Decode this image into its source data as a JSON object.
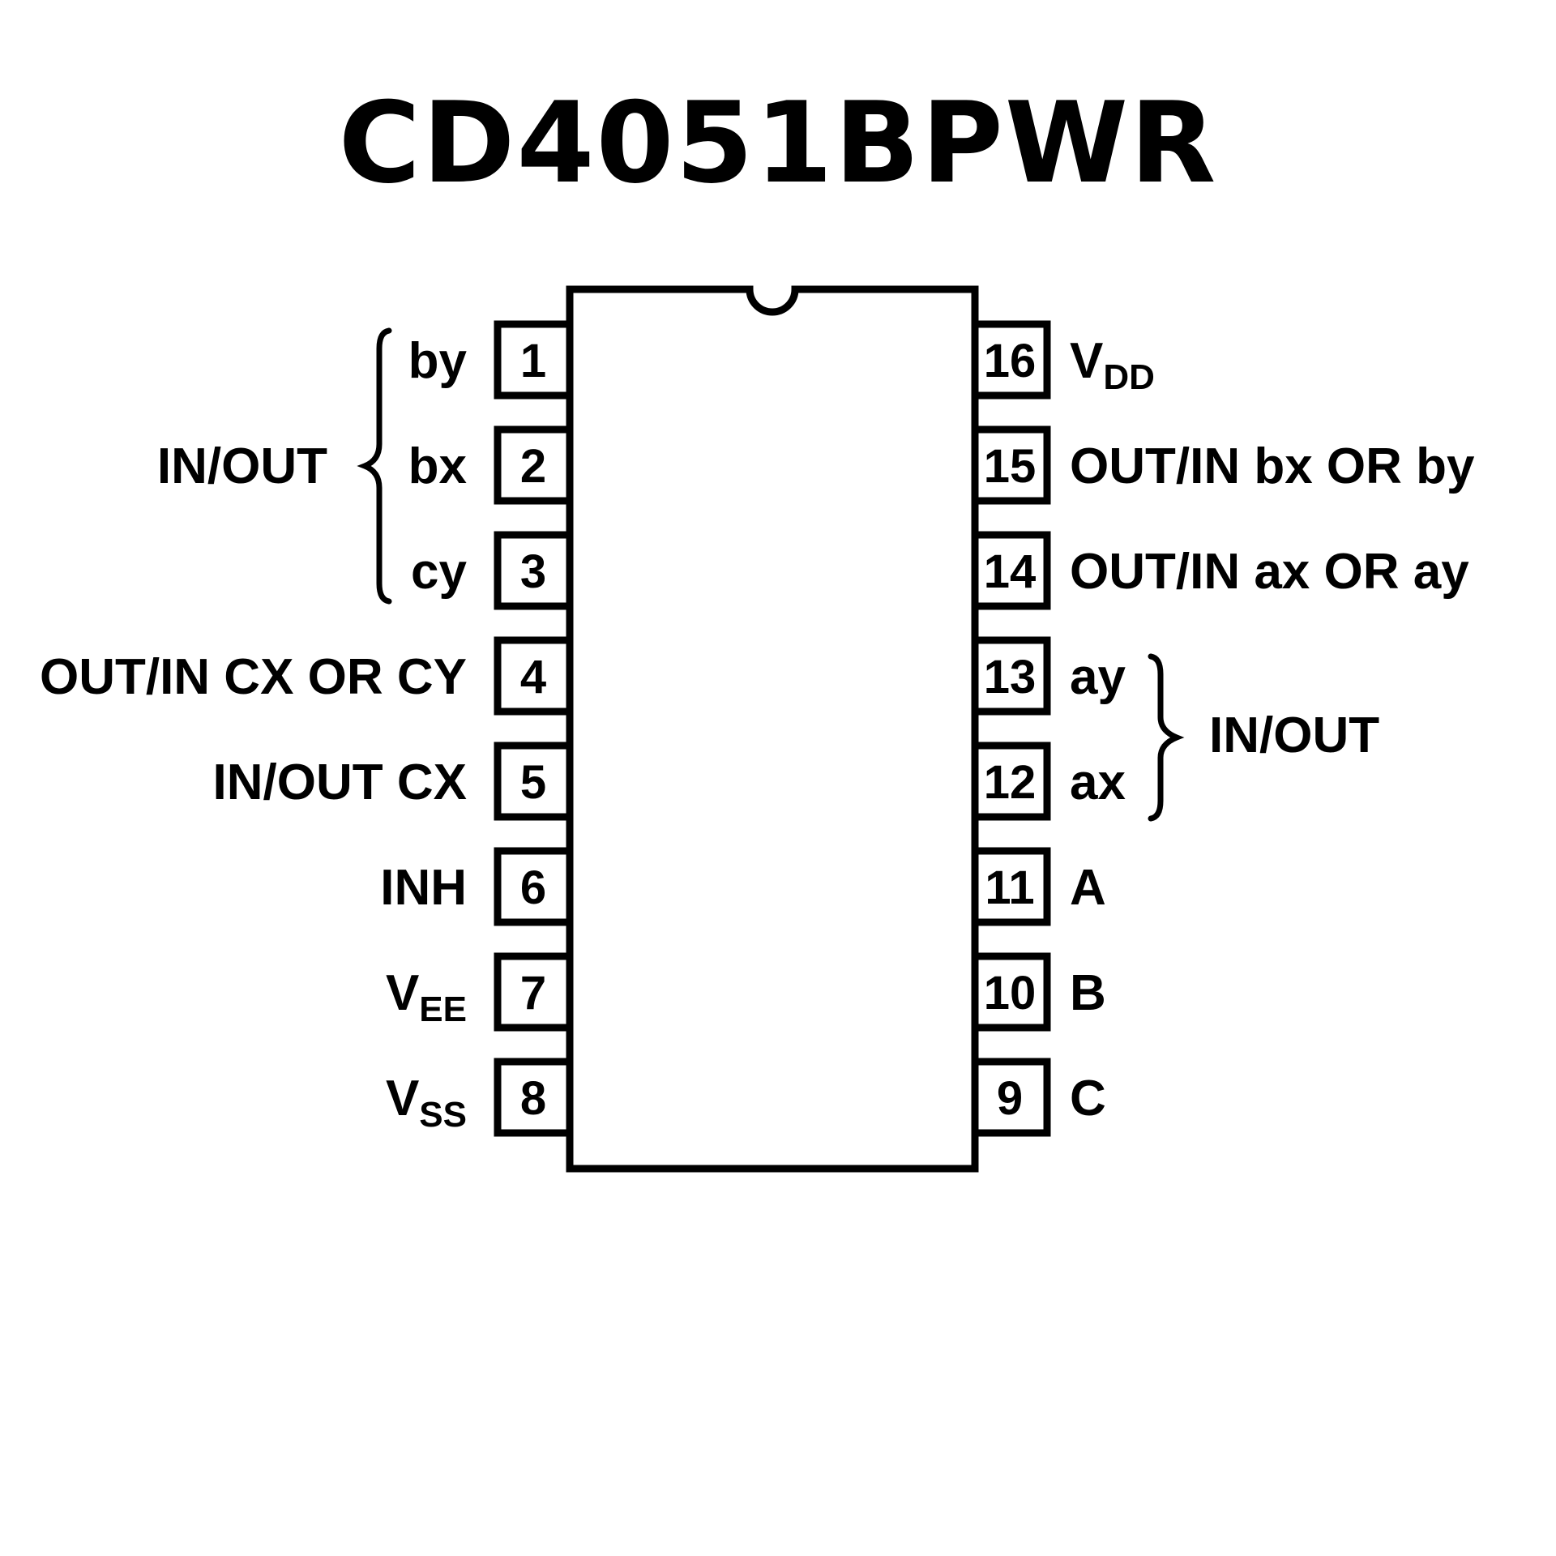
{
  "title": "CD4051BPWR",
  "package": {
    "pin_count": 16,
    "notch": "top-center"
  },
  "left_pins": [
    {
      "number": "1",
      "label": "by"
    },
    {
      "number": "2",
      "label": "bx"
    },
    {
      "number": "3",
      "label": "cy"
    },
    {
      "number": "4",
      "label": "OUT/IN CX OR CY"
    },
    {
      "number": "5",
      "label": "IN/OUT CX"
    },
    {
      "number": "6",
      "label": "INH"
    },
    {
      "number": "7",
      "label": "V",
      "subscript": "EE"
    },
    {
      "number": "8",
      "label": "V",
      "subscript": "SS"
    }
  ],
  "right_pins": [
    {
      "number": "16",
      "label": "V",
      "subscript": "DD"
    },
    {
      "number": "15",
      "label": "OUT/IN bx OR by"
    },
    {
      "number": "14",
      "label": "OUT/IN ax OR ay"
    },
    {
      "number": "13",
      "label": "ay"
    },
    {
      "number": "12",
      "label": "ax"
    },
    {
      "number": "11",
      "label": "A"
    },
    {
      "number": "10",
      "label": "B"
    },
    {
      "number": "9",
      "label": "C"
    }
  ],
  "groups": [
    {
      "side": "left",
      "label": "IN/OUT",
      "pins": [
        "1",
        "2",
        "3"
      ]
    },
    {
      "side": "right",
      "label": "IN/OUT",
      "pins": [
        "13",
        "12"
      ]
    }
  ]
}
